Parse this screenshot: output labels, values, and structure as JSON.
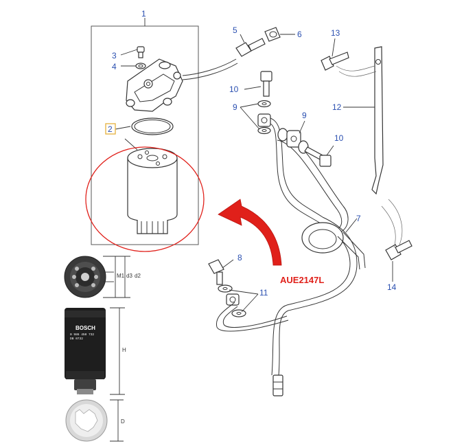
{
  "diagram": {
    "callouts": [
      {
        "id": "c1",
        "label": "1"
      },
      {
        "id": "c2",
        "label": "2"
      },
      {
        "id": "c3",
        "label": "3"
      },
      {
        "id": "c4",
        "label": "4"
      },
      {
        "id": "c5",
        "label": "5"
      },
      {
        "id": "c6",
        "label": "6"
      },
      {
        "id": "c7",
        "label": "7"
      },
      {
        "id": "c8",
        "label": "8"
      },
      {
        "id": "c9a",
        "label": "9"
      },
      {
        "id": "c9b",
        "label": "9"
      },
      {
        "id": "c10a",
        "label": "10"
      },
      {
        "id": "c10b",
        "label": "10"
      },
      {
        "id": "c11",
        "label": "11"
      },
      {
        "id": "c12",
        "label": "12"
      },
      {
        "id": "c13",
        "label": "13"
      },
      {
        "id": "c14",
        "label": "14"
      }
    ],
    "part_tag": "AUE2147L",
    "filter_dimensions": {
      "m": "M1",
      "d3": "d3",
      "d2": "d2",
      "h": "H",
      "d": "D"
    },
    "filter_label": {
      "brand": "BOSCH",
      "line1": "0 986 450 732",
      "line2": "DB 0732"
    },
    "colors": {
      "highlight": "#e0201a",
      "callout": "#2a4fb0",
      "line": "#333333"
    }
  }
}
